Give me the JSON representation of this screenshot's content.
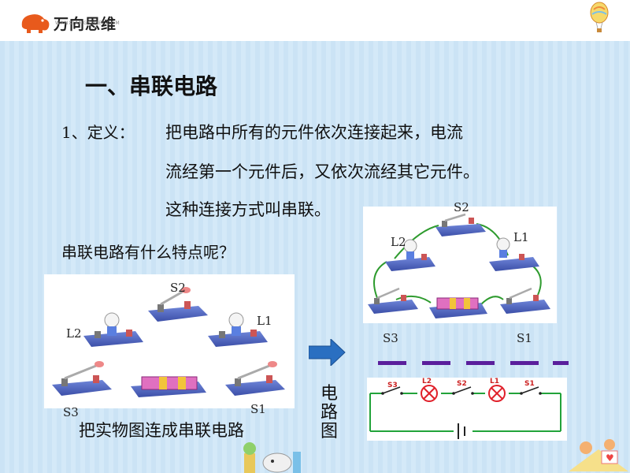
{
  "header": {
    "logo_text": "万向思维",
    "logo_sub": "WANXIANGSIMEI.COM"
  },
  "slide": {
    "title": "一、串联电路",
    "definition_label": "1、定义：",
    "definition_lines": [
      "把电路中所有的元件依次连接起来，电流",
      "流经第一个元件后，又依次流经其它元件。",
      "这种连接方式叫串联。"
    ],
    "question": "串联电路有什么特点呢？",
    "caption": "把实物图连成串联电路",
    "vertical_label": [
      "电",
      "路",
      "图"
    ]
  },
  "left_diagram": {
    "labels": {
      "s2": "S2",
      "l2": "L2",
      "l1": "L1",
      "s3": "S3",
      "s1": "S1"
    }
  },
  "right_diagram": {
    "labels": {
      "s2": "S2",
      "l2": "L2",
      "l1": "L1",
      "s3": "S3",
      "s1": "S1"
    }
  },
  "schematic": {
    "labels": [
      "S3",
      "L2",
      "S2",
      "L1",
      "S1"
    ]
  },
  "colors": {
    "accent_dash": "#5a1f9c",
    "arrow": "#2a6fc1",
    "wire_green": "#2e9b2e",
    "schematic_wire": "#22a33a",
    "lamp_red": "#e0202a",
    "label_red": "#cc2222"
  }
}
